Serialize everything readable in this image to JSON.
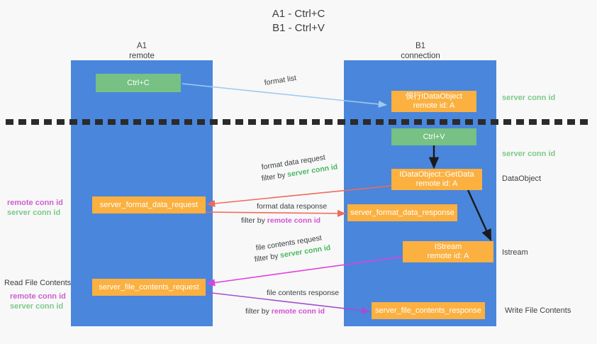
{
  "title": {
    "line1": "A1 - Ctrl+C",
    "line2": "B1 - Ctrl+V"
  },
  "columns": [
    {
      "name": "A1",
      "sub": "remote"
    },
    {
      "name": "B1",
      "sub": "connection"
    }
  ],
  "boxes": {
    "ctrl_c": {
      "label": "Ctrl+C"
    },
    "ctrl_v": {
      "label": "Ctrl+V"
    },
    "idataobject": {
      "line1": "俁行IDataObject",
      "line2": "remote id: A"
    },
    "getdata": {
      "line1": "IDataObject::GetData",
      "line2": "remote id: A"
    },
    "istream": {
      "line1": "IStream",
      "line2": "remote id: A"
    },
    "server_format_data_request": {
      "label": "server_format_data_request"
    },
    "server_format_data_response": {
      "label": "server_format_data_response"
    },
    "server_file_contents_request": {
      "label": "server_file_contents_request"
    },
    "server_file_contents_response": {
      "label": "server_file_contents_response"
    }
  },
  "arrow_labels": {
    "format_list": "format list",
    "format_data_request": "format data request",
    "format_data_request_filter_prefix": "filter by ",
    "format_data_request_filter_value": "server conn id",
    "format_data_response": "format data response",
    "format_data_response_filter_prefix": "filter by ",
    "format_data_response_filter_value": "remote conn id",
    "file_contents_request": "file contents request",
    "file_contents_request_filter_prefix": "filter by ",
    "file_contents_request_filter_value": "server conn id",
    "file_contents_response": "file contents response",
    "file_contents_response_filter_prefix": "filter by ",
    "file_contents_response_filter_value": "remote conn id"
  },
  "right_labels": {
    "server_conn_id_top": "server conn id",
    "server_conn_id_second": "server conn id",
    "dataobject": "DataObject",
    "istream": "Istream",
    "write_file_contents": "Write File Contents"
  },
  "left_labels": {
    "remote_conn_id_1": "remote conn id",
    "server_conn_id_1": "server conn id",
    "read_file_contents": "Read File Contents",
    "remote_conn_id_2": "remote conn id",
    "server_conn_id_2": "server conn id"
  },
  "colors": {
    "lane": "#4a86db",
    "green_box": "#76c183",
    "orange_box": "#fbb040",
    "server_conn_id": "#46b95e",
    "remote_conn_id": "#d451d4",
    "arrow_blue": "#9ecbf0",
    "arrow_red": "#ef6a5a",
    "arrow_magenta": "#e040e0",
    "arrow_purple": "#a44fd0",
    "arrow_black": "#1a1a1a",
    "background": "#f8f8f8"
  }
}
